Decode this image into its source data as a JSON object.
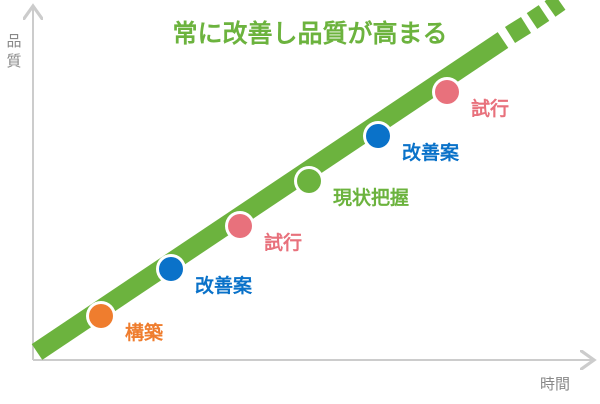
{
  "title": "常に改善し品質が高まる",
  "y_axis_label": "品質",
  "x_axis_label": "時間",
  "colors": {
    "band": "#6cb33e",
    "axis": "#cccccc",
    "axis_text": "#888888",
    "title": "#6cb33e",
    "build": "#ef7d2e",
    "improve": "#0a72c9",
    "trial": "#e8717c",
    "measure": "#6cb33e"
  },
  "steps": [
    {
      "label": "構築",
      "kind": "build"
    },
    {
      "label": "改善案",
      "kind": "improve"
    },
    {
      "label": "試行",
      "kind": "trial"
    },
    {
      "label": "現状把握",
      "kind": "measure"
    },
    {
      "label": "改善案",
      "kind": "improve"
    },
    {
      "label": "試行",
      "kind": "trial"
    }
  ]
}
